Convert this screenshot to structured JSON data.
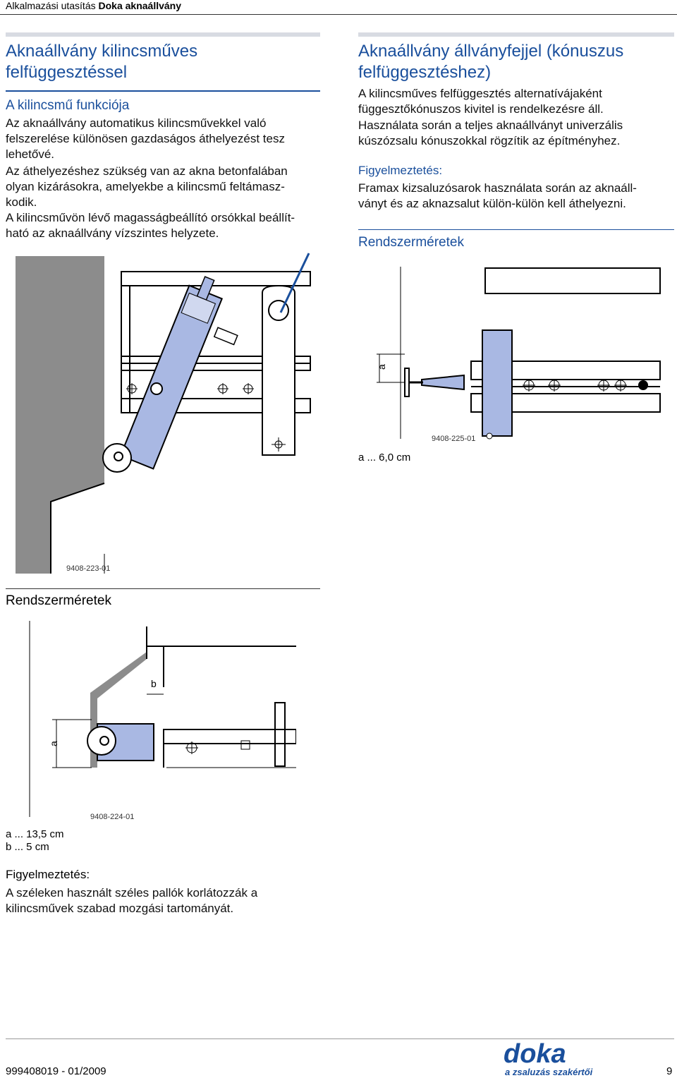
{
  "header": {
    "prefix": "Alkalmazási utasítás ",
    "brand": "Doka aknaállvány"
  },
  "left": {
    "title_line1": "Aknaállvány kilincsműves",
    "title_line2": "felfüggesztéssel",
    "subtitle": "A kilincsmű funkciója",
    "p1_l1": "Az aknaállvány automatikus kilincsművekkel való",
    "p1_l2": "felszerelése különösen gazdaságos áthelyezést tesz",
    "p1_l3": "lehetővé.",
    "p2_l1": "Az áthelyezéshez szükség van az akna betonfalában",
    "p2_l2": "olyan kizárásokra, amelyekbe a kilincsmű feltámasz-",
    "p2_l3": "kodik.",
    "p3_l1": "A kilincsművön lévő magasságbeállító orsókkal beállít-",
    "p3_l2": "ható az aknaállvány vízszintes helyzete.",
    "fig1_ref": "9408-223-01",
    "section2": "Rendszerméretek",
    "fig2_ref": "9408-224-01",
    "fig2_label_a": "a",
    "fig2_label_b": "b",
    "dim_a": "a ... 13,5 cm",
    "dim_b": "b ... 5 cm",
    "warn_title": "Figyelmeztetés:",
    "warn_l1": "A széleken használt széles pallók korlátozzák a",
    "warn_l2": "kilincsművek szabad mozgási tartományát."
  },
  "right": {
    "title_line1": "Aknaállvány állványfejjel (kónuszus",
    "title_line2": "felfüggesztéshez)",
    "p1_l1": "A kilincsműves felfüggesztés alternatívájaként",
    "p1_l2": "függesztőkónuszos kivitel is rendelkezésre áll.",
    "p2_l1": "Használata során a teljes aknaállványt univerzális",
    "p2_l2": "kúszózsalu kónuszokkal rögzítik az építményhez.",
    "warn_title": "Figyelmeztetés:",
    "warn_l1": "Framax kizsaluzósarok használata során az aknaáll-",
    "warn_l2": "ványt és az aknazsalut külön-külön kell áthelyezni.",
    "section": "Rendszerméretek",
    "fig_label_a": "a",
    "fig_ref": "9408-225-01",
    "dim_a": "a ... 6,0 cm"
  },
  "footer": {
    "doc_number": "999408019 - 01/2009",
    "page": "9",
    "logo_word": "doka",
    "logo_tagline": "a zsaluzás szakértői"
  },
  "colors": {
    "accent": "#1a4f9c",
    "part_fill": "#a9b8e3",
    "wall": "#8c8c8c"
  }
}
